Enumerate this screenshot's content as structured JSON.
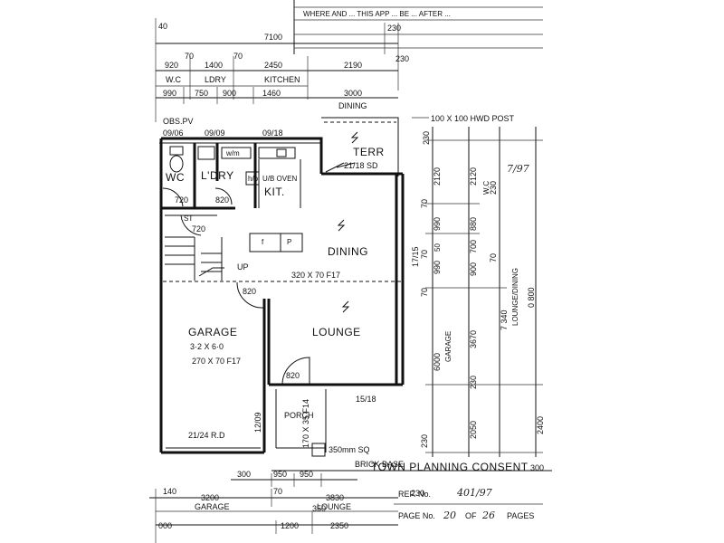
{
  "header_scribble": "WHERE AND ... THIS APP ... BE ... AFTER ...",
  "dims_top": {
    "overall_left": "40",
    "overall": "7100",
    "overall_right": "230",
    "row2": [
      "920",
      "1400",
      "2450",
      "2190"
    ],
    "row2_small": [
      "70",
      "70"
    ],
    "row2_right": "230",
    "row3_labels": [
      "W.C",
      "LDRY",
      "KITCHEN"
    ],
    "row4": [
      "990",
      "750",
      "900",
      "1460",
      "3000"
    ],
    "row4_label": "DINING"
  },
  "notes": {
    "obs": "OBS.PV",
    "window_codes": [
      "09/06",
      "09/09",
      "09/18"
    ],
    "hwd_post": "100 X 100 HWD POST",
    "lintel_dining": "320 X 70 F17",
    "lintel_garage": "270 X 70 F17",
    "window_side": "17/15",
    "window_lounge": "15/18",
    "window_porch": "12/09",
    "porch_beam": "170 X 35 F14",
    "garage_door": "21/24 R.D",
    "terr_window": "21/18 SD",
    "up": "UP",
    "brick_base": "BRICK BASE",
    "post_size": "350mm SQ"
  },
  "rooms": {
    "wc": "WC",
    "ldry": "L'DRY",
    "kit": "KIT.",
    "uboven": "U/B OVEN",
    "hp": "h/p",
    "wm": "w/m",
    "st": "ST",
    "dining": "DINING",
    "lounge": "LOUNGE",
    "garage": "GARAGE",
    "garage_size": "3·2 X 6·0",
    "porch": "PORCH",
    "terr": "TERR",
    "fridge": "f",
    "pantry": "P"
  },
  "doors": [
    "720",
    "820",
    "720",
    "820",
    "820"
  ],
  "dims_right": {
    "col1": [
      "230",
      "2120",
      "70",
      "990",
      "70",
      "990",
      "70",
      "6000",
      "230"
    ],
    "col1_label": "GARAGE",
    "col2": [
      "2120",
      "880",
      "700",
      "900",
      "3670",
      "230",
      "2050"
    ],
    "col2_labels": [
      "W.C"
    ],
    "col3": [
      "230",
      "70",
      "7 340",
      "2400"
    ],
    "col3_label": "LOUNGE/DINING",
    "col4": [
      "0 800"
    ],
    "col1_small": [
      "50"
    ]
  },
  "dims_bottom": {
    "row1": [
      "300",
      "950",
      "950"
    ],
    "row1_left": "140",
    "row2": [
      "3200",
      "70",
      "3830"
    ],
    "row2_labels": [
      "GARAGE",
      "LOUNGE"
    ],
    "row3": [
      "000",
      "1200",
      "350",
      "2350"
    ],
    "row3_right": "230",
    "row1_right": "300",
    "row1_far": "230"
  },
  "stamp": {
    "title": "TOWN PLANNING CONSENT",
    "ref_label": "REF. No.",
    "ref_value": "401/97",
    "page_label": "PAGE No.",
    "page_value": "20",
    "of_label": "OF",
    "of_value": "26",
    "pages": "PAGES",
    "side_mark": "7/97"
  }
}
